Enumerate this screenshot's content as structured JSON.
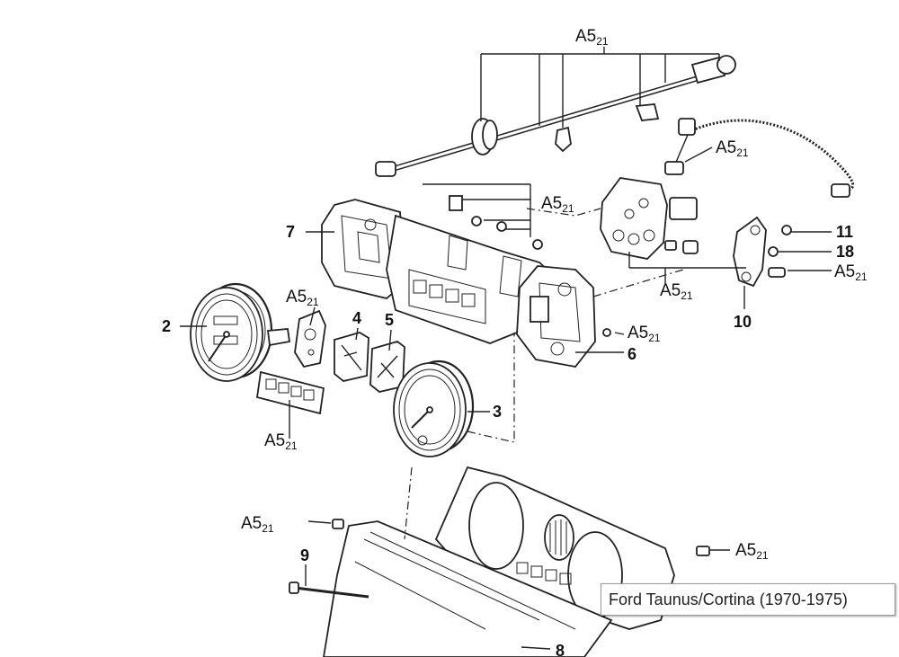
{
  "ref": {
    "main": "A5",
    "sub": "21"
  },
  "callouts": {
    "n2": "2",
    "n3": "3",
    "n4": "4",
    "n5": "5",
    "n6": "6",
    "n7": "7",
    "n8": "8",
    "n9": "9",
    "n10": "10",
    "n11": "11",
    "n18": "18"
  },
  "caption": "Ford Taunus/Cortina (1970-1975)"
}
